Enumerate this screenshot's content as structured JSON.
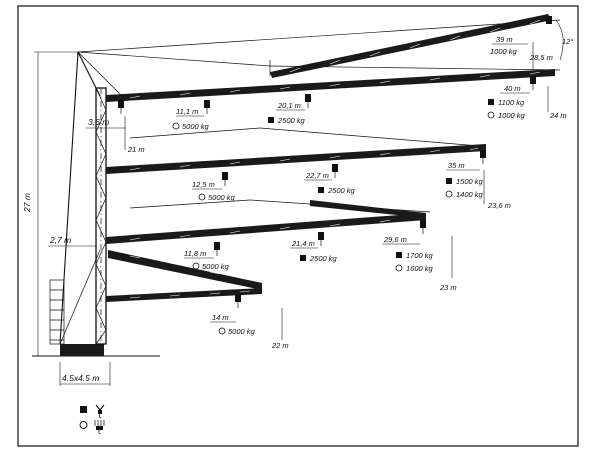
{
  "tower": {
    "height": "27 m",
    "base": "4.5x4.5 m",
    "offset_top": "3,6 m",
    "offset_low": "2,7 m"
  },
  "configurations": [
    {
      "id": "luffed-12",
      "angle": "12°",
      "tip_radius": "39 m",
      "tip_load": "1000 kg",
      "hook_height": "28,5 m"
    },
    {
      "id": "horizontal-40",
      "tip_radius": "40 m",
      "tip_load_2fall": "1100 kg",
      "tip_load_4fall": "1000 kg",
      "hook_height": "24 m",
      "points": [
        {
          "radius": "11,1 m",
          "load_4fall": "5000 kg"
        },
        {
          "radius": "20,1 m",
          "load_2fall": "2500 kg"
        }
      ],
      "tower_height": "21 m"
    },
    {
      "id": "horizontal-35",
      "tip_radius": "35 m",
      "tip_load_2fall": "1500 kg",
      "tip_load_4fall": "1400 kg",
      "hook_height": "23,6 m",
      "points": [
        {
          "radius": "12,5 m",
          "load_4fall": "5000 kg"
        },
        {
          "radius": "22,7 m",
          "load_2fall": "2500 kg"
        }
      ]
    },
    {
      "id": "horizontal-29.6",
      "tip_radius": "29,6 m",
      "tip_load_2fall": "1700 kg",
      "tip_load_4fall": "1600 kg",
      "hook_height": "23 m",
      "points": [
        {
          "radius": "11,8 m",
          "load_4fall": "5000 kg"
        },
        {
          "radius": "21,4 m",
          "load_2fall": "2500 kg"
        }
      ]
    },
    {
      "id": "folded-14",
      "tip_radius": "14 m",
      "tip_load_4fall": "5000 kg",
      "hook_height": "22 m"
    }
  ],
  "legend": {
    "icons": [
      "filled-square-icon",
      "open-circle-icon"
    ],
    "reeving": [
      "2-fall-hook-icon",
      "4-fall-hook-icon"
    ]
  }
}
